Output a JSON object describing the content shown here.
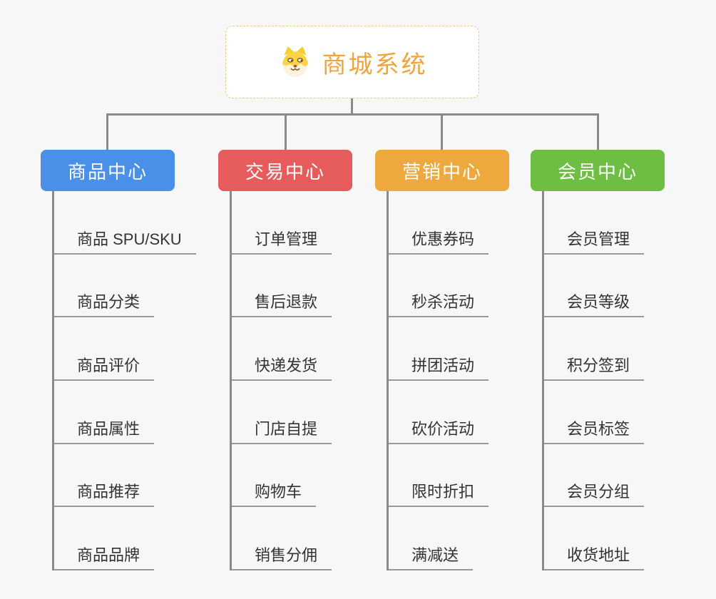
{
  "page": {
    "background_color": "#f7f7f7",
    "connector_color": "#8a8a8a"
  },
  "root": {
    "title": "商城系统",
    "icon": "shiba-dog-icon",
    "title_color": "#f2a43c",
    "border_color": "#f0c584"
  },
  "branches": [
    {
      "label": "商品中心",
      "color": "#4a90e8",
      "children": [
        "商品 SPU/SKU",
        "商品分类",
        "商品评价",
        "商品属性",
        "商品推荐",
        "商品品牌"
      ]
    },
    {
      "label": "交易中心",
      "color": "#e65c5c",
      "children": [
        "订单管理",
        "售后退款",
        "快递发货",
        "门店自提",
        "购物车",
        "销售分佣"
      ]
    },
    {
      "label": "营销中心",
      "color": "#eda83e",
      "children": [
        "优惠券码",
        "秒杀活动",
        "拼团活动",
        "砍价活动",
        "限时折扣",
        "满减送"
      ]
    },
    {
      "label": "会员中心",
      "color": "#6fbe44",
      "children": [
        "会员管理",
        "会员等级",
        "积分签到",
        "会员标签",
        "会员分组",
        "收货地址"
      ]
    }
  ]
}
